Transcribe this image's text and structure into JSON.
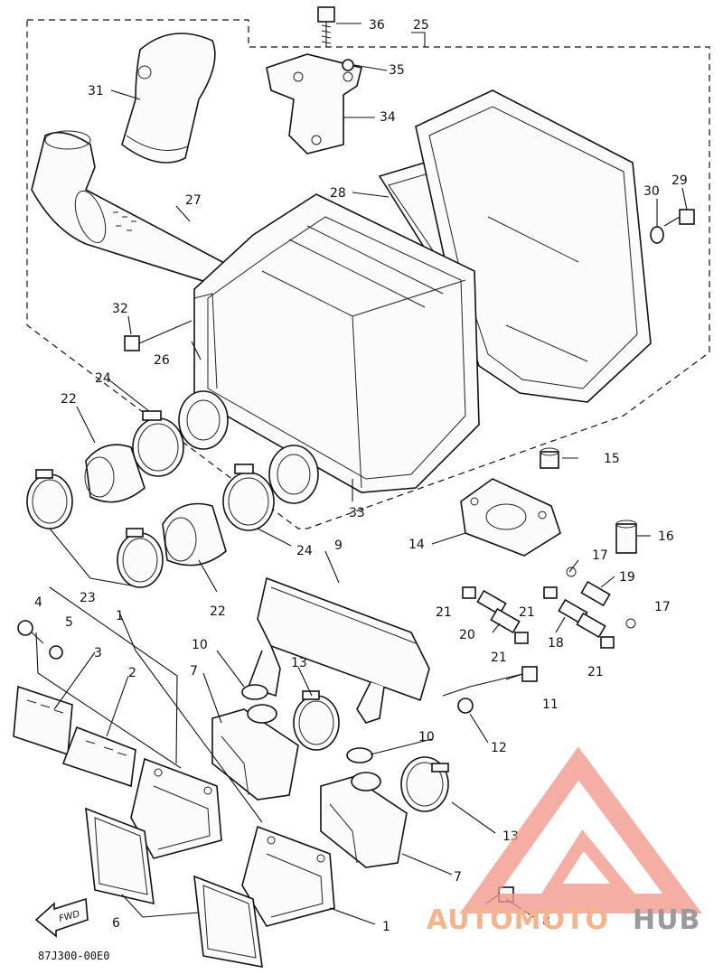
{
  "diagram": {
    "drawing_code": "87J300-00E0",
    "fwd_arrow": "FWD",
    "watermark": {
      "part1": "AUTOMOTO",
      "part2": "HUB",
      "color_main": "#f5b48a",
      "color_accent": "#9a9a9a",
      "logo_color": "#f29a8e"
    },
    "callouts": [
      "36",
      "25",
      "35",
      "31",
      "34",
      "27",
      "28",
      "30",
      "29",
      "32",
      "26",
      "24",
      "22",
      "33",
      "15",
      "16",
      "14",
      "17",
      "19",
      "21",
      "20",
      "18",
      "9",
      "23",
      "4",
      "5",
      "1",
      "3",
      "2",
      "10",
      "13",
      "7",
      "11",
      "12",
      "6",
      "8"
    ]
  }
}
